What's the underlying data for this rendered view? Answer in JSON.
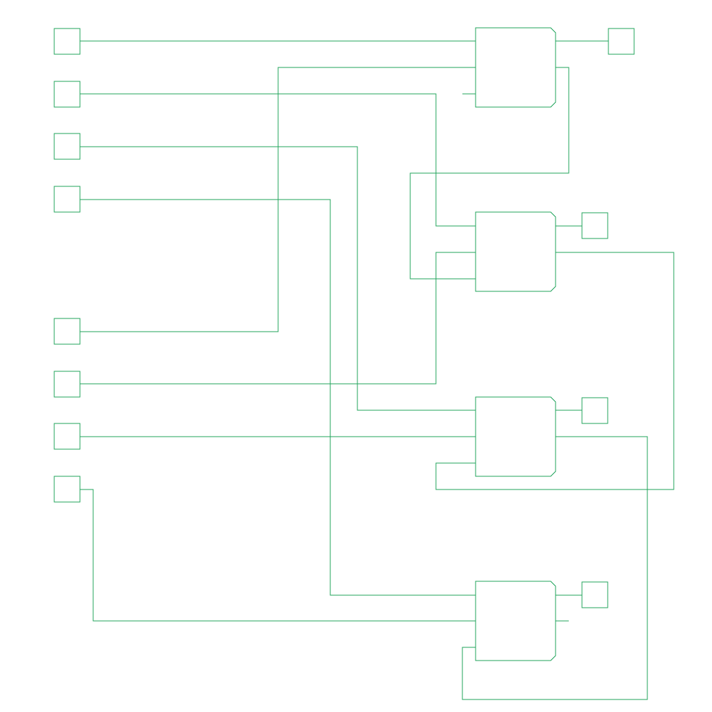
{
  "diagram": {
    "stroke_color": "#1fa35a",
    "background": "#ffffff",
    "input_port_count": 8,
    "output_port_count": 4,
    "block_count": 4
  }
}
